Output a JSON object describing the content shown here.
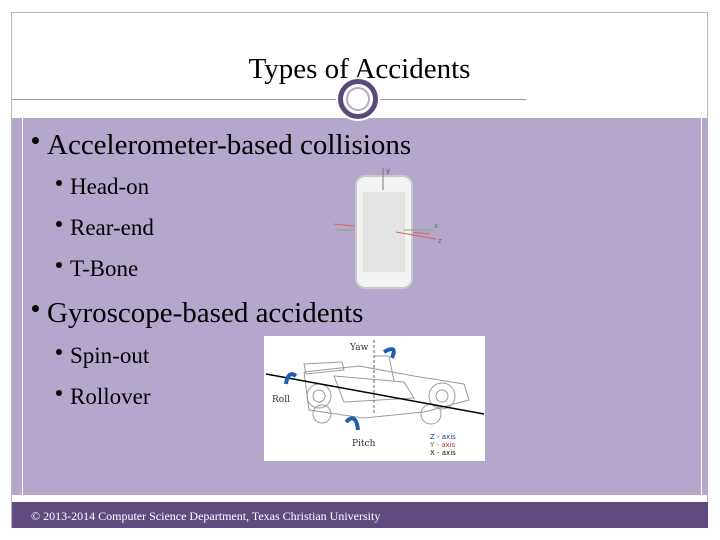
{
  "slide": {
    "title": "Types of Accidents",
    "bullets": [
      {
        "text": "Accelerometer-based collisions"
      },
      {
        "text": "Head-on"
      },
      {
        "text": "Rear-end"
      },
      {
        "text": "T-Bone"
      },
      {
        "text": "Gyroscope-based accidents"
      },
      {
        "text": "Spin-out"
      },
      {
        "text": "Rollover"
      }
    ],
    "phone_axes": {
      "y": "y",
      "x": "x",
      "z": "z"
    },
    "car_labels": {
      "yaw": "Yaw",
      "roll": "Roll",
      "pitch": "Pitch",
      "z_axis": "Z - axis",
      "y_axis": "Y - axis",
      "x_axis": "X - axis"
    },
    "footer": "© 2013-2014 Computer Science Department, Texas Christian University"
  },
  "colors": {
    "panel": "#b4a7cb",
    "footer": "#5f4b80",
    "ring": "#5a4a7a"
  }
}
